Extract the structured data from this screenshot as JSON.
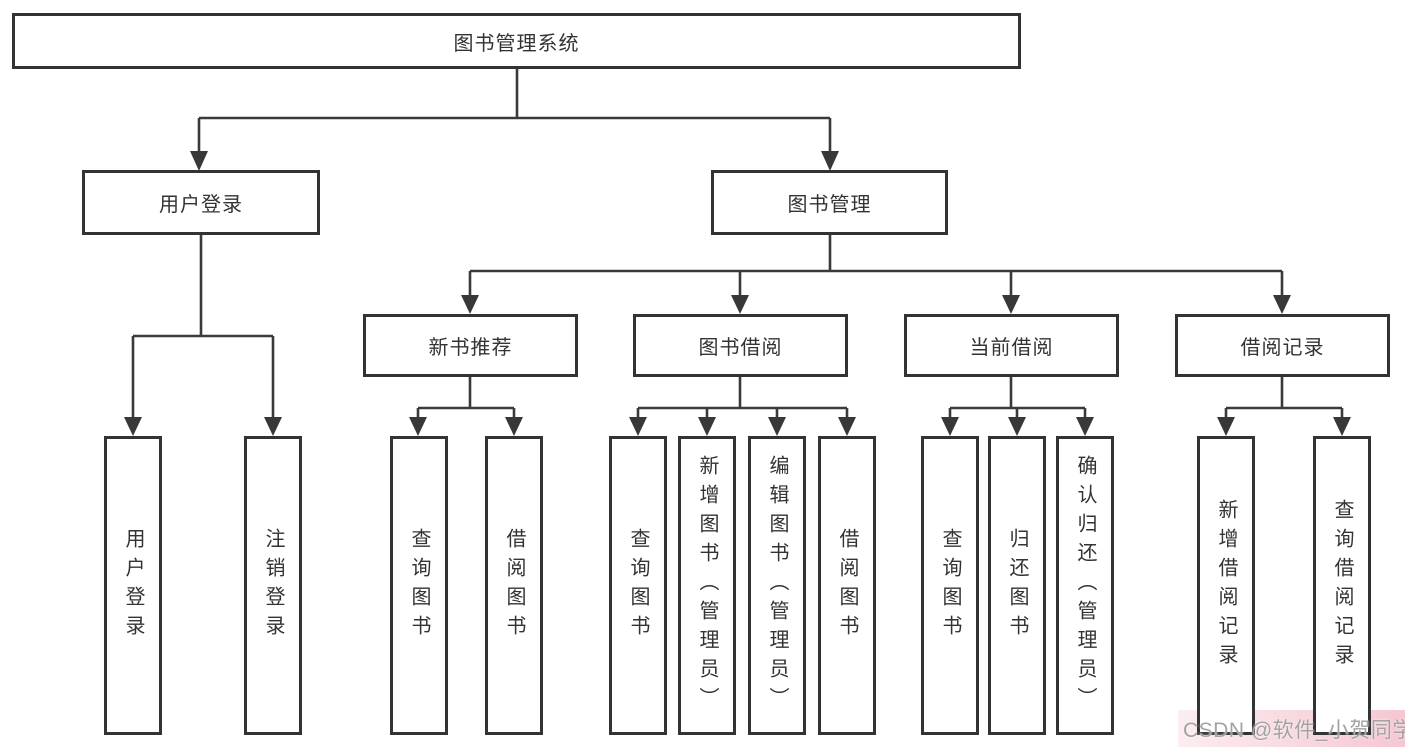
{
  "diagram": {
    "type": "tree",
    "nodes": [
      {
        "id": "root",
        "label": "图书管理系统",
        "children": [
          "用户登录",
          "图书管理"
        ]
      },
      {
        "id": "user-login-module",
        "label": "用户登录",
        "children": [
          "用户登录",
          "注销登录"
        ]
      },
      {
        "id": "book-management",
        "label": "图书管理",
        "children": [
          "新书推荐",
          "图书借阅",
          "当前借阅",
          "借阅记录"
        ]
      },
      {
        "id": "new-book-recommend",
        "label": "新书推荐",
        "children": [
          "查询图书",
          "借阅图书"
        ]
      },
      {
        "id": "book-borrow",
        "label": "图书借阅",
        "children": [
          "查询图书",
          "新增图书（管理员）",
          "编辑图书（管理员）",
          "借阅图书"
        ]
      },
      {
        "id": "current-borrow",
        "label": "当前借阅",
        "children": [
          "查询图书",
          "归还图书",
          "确认归还（管理员）"
        ]
      },
      {
        "id": "borrow-records",
        "label": "借阅记录",
        "children": [
          "新增借阅记录",
          "查询借阅记录"
        ]
      },
      {
        "id": "leaf-user-login",
        "label": "用户登录"
      },
      {
        "id": "leaf-logout",
        "label": "注销登录"
      },
      {
        "id": "leaf-query-book-recommend",
        "label": "查询图书"
      },
      {
        "id": "leaf-borrow-book-recommend",
        "label": "借阅图书"
      },
      {
        "id": "leaf-query-book-borrow",
        "label": "查询图书"
      },
      {
        "id": "leaf-add-book-admin",
        "label": "新增图书（管理员）"
      },
      {
        "id": "leaf-edit-book-admin",
        "label": "编辑图书（管理员）"
      },
      {
        "id": "leaf-borrow-book",
        "label": "借阅图书"
      },
      {
        "id": "leaf-query-book-current",
        "label": "查询图书"
      },
      {
        "id": "leaf-return-book",
        "label": "归还图书"
      },
      {
        "id": "leaf-confirm-return-admin",
        "label": "确认归还（管理员）"
      },
      {
        "id": "leaf-add-borrow-record",
        "label": "新增借阅记录"
      },
      {
        "id": "leaf-query-borrow-record",
        "label": "查询借阅记录"
      }
    ]
  },
  "watermark": {
    "text": "CSDN @软件_小贺同学"
  },
  "colors": {
    "line": "#3a3a3a",
    "box_border": "#333333",
    "text": "#333333",
    "background": "#ffffff",
    "watermark_text": "#a3a3a3",
    "watermark_tint": "#f0a8b8"
  }
}
